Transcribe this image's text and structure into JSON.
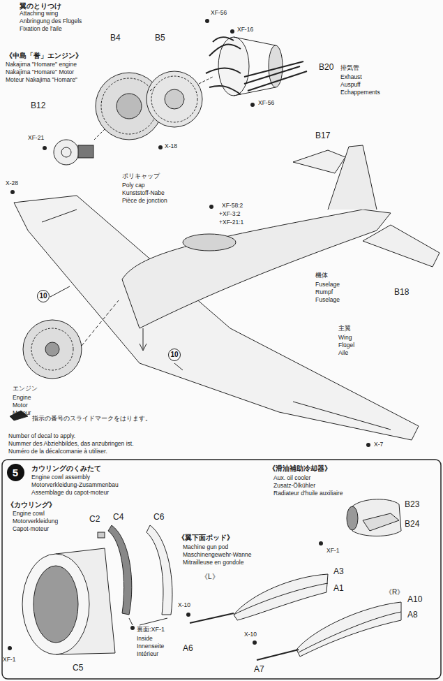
{
  "diagram": {
    "nodes": [
      {
        "text": [
          "10"
        ]
      },
      {
        "text": [
          "10"
        ]
      },
      {
        "text": [
          "5"
        ]
      }
    ],
    "labels": [
      "翼のとりつけ",
      "Attaching wing",
      "Anbringung des Flügels",
      "Fixation de l'aile",
      "《中島「誉」エンジン》",
      "Nakajima \"Homare\" engine",
      "Nakajima \"Homare\" Motor",
      "Moteur Nakajima \"Homare\"",
      "B4",
      "B5",
      "XF-56",
      "XF-16",
      "B20",
      "排気管",
      "Exhaust",
      "Auspuff",
      "Echappements",
      "XF-56",
      "B12",
      "XF-21",
      "X-18",
      "ポリキャップ",
      "Poly cap",
      "Kunststoff-Nabe",
      "Pièce de jonction",
      "B17",
      "X-28",
      "XF-58:2",
      "+XF-3:2",
      "+XF-21:1",
      "機体",
      "Fuselage",
      "Rumpf",
      "Fuselage",
      "B18",
      "主翼",
      "Wing",
      "Flügel",
      "Aile",
      "エンジン",
      "Engine",
      "Motor",
      "Moteur",
      "X-7",
      "指示の番号のスライドマークをはります。",
      "Number of decal to apply.",
      "Nummer des Abziehbildes, das anzubringen ist.",
      "Numéro de la décalcomanie à utiliser.",
      "カウリングのくみたて",
      "Engine cowl assembly",
      "Motorverkleidung-Zusammenbau",
      "Assemblage du capot-moteur",
      "《カウリング》",
      "Engine cowl",
      "Motorverkleidung",
      "Capot-moteur",
      "C2",
      "C4",
      "C6",
      "XF-1",
      "C5",
      "裏面:XF-1",
      "Inside",
      "Innenseite",
      "Intérieur",
      "《滑油補助冷却器》",
      "Aux. oil cooler",
      "Zusatz-Ölkühler",
      "Radiateur d'huile auxiliaire",
      "B23",
      "B24",
      "XF-1",
      "《翼下面ポッド》",
      "Machine gun pod",
      "Maschinengewehr-Wanne",
      "Mitrailleuse en gondole",
      "《L》",
      "A3",
      "A1",
      "X-10",
      "A6",
      "《R》",
      "A10",
      "A8",
      "X-10",
      "A7"
    ]
  }
}
